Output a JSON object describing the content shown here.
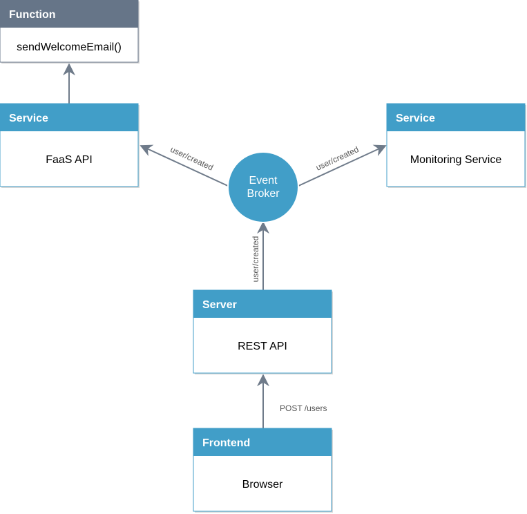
{
  "colors": {
    "service_header": "#419ec8",
    "function_header": "#667588",
    "box_border": "#419ec8",
    "function_border": "#667588",
    "broker_fill": "#419ec8",
    "broker_stroke": "#ffffff",
    "arrow": "#6f7b8a",
    "box_body": "#ffffff"
  },
  "nodes": {
    "function": {
      "title": "Function",
      "body": "sendWelcomeEmail()"
    },
    "faas": {
      "title": "Service",
      "body": "FaaS API"
    },
    "monitoring": {
      "title": "Service",
      "body": "Monitoring Service"
    },
    "server": {
      "title": "Server",
      "body": "REST API"
    },
    "frontend": {
      "title": "Frontend",
      "body": "Browser"
    },
    "broker": {
      "line1": "Event",
      "line2": "Broker"
    }
  },
  "edges": {
    "frontend_to_server": {
      "label": "POST /users"
    },
    "server_to_broker": {
      "label": "user/created"
    },
    "broker_to_faas": {
      "label": "user/created"
    },
    "broker_to_monitoring": {
      "label": "user/created"
    },
    "faas_to_function": {
      "label": ""
    }
  }
}
